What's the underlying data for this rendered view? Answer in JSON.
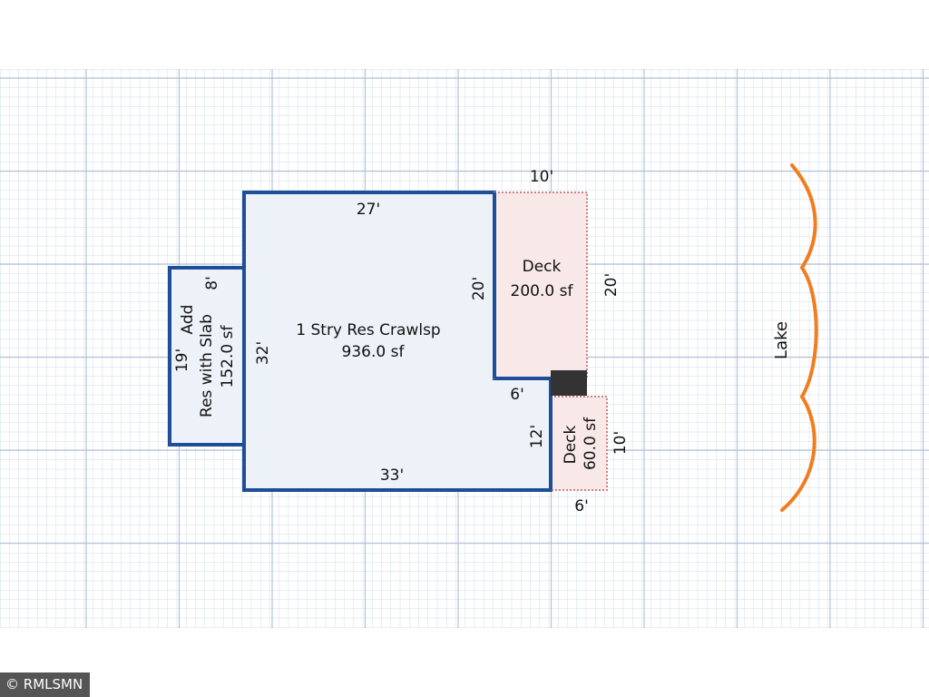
{
  "main_structure": {
    "label": "1 Stry Res Crawlsp",
    "area": "936.0 sf",
    "dims": {
      "top": "27'",
      "left": "32'",
      "bottom": "33'",
      "notch_top": "6'",
      "notch_right": "12'",
      "inner_right": "20'"
    }
  },
  "addition": {
    "label_line1": "Add",
    "label_line2": "Res with Slab",
    "area": "152.0 sf",
    "dims": {
      "height": "19'",
      "width": "8'"
    }
  },
  "deck_large": {
    "label": "Deck",
    "area": "200.0 sf",
    "dims": {
      "top": "10'",
      "right": "20'"
    }
  },
  "deck_small": {
    "label": "Deck",
    "area": "60.0 sf",
    "dims": {
      "right": "10'",
      "bottom": "6'"
    }
  },
  "lake": {
    "label": "Lake"
  },
  "copyright": "© RMLSMN",
  "colors": {
    "grid_minor": "#cfdcec",
    "grid_major": "#b4c4d8",
    "structure_fill": "#edf2f8",
    "structure_stroke": "#1f4e99",
    "deck_fill": "#f8e8e8",
    "deck_stroke": "#d08080",
    "lake": "#f07d1e",
    "post": "#333333"
  }
}
